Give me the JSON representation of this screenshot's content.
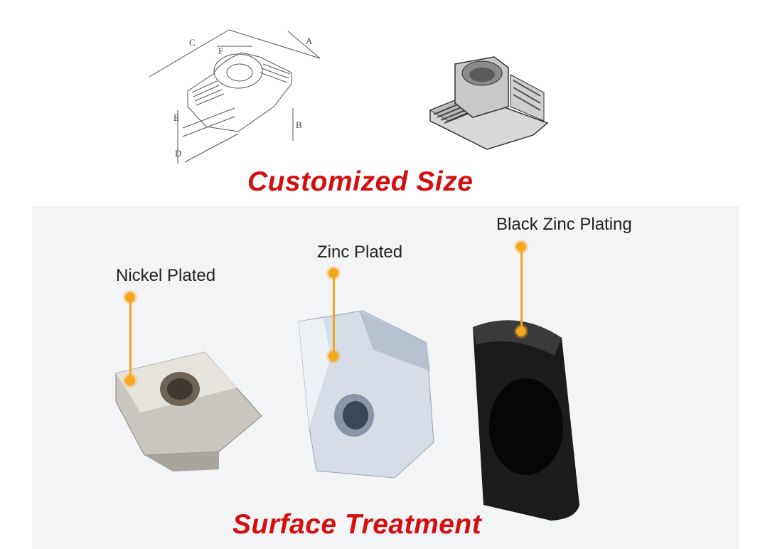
{
  "diagram": {
    "dimension_labels": [
      "A",
      "B",
      "C",
      "D",
      "E",
      "F"
    ]
  },
  "headings": {
    "top": "Customized Size",
    "bottom": "Surface Treatment"
  },
  "finishes": [
    {
      "label": "Nickel Plated"
    },
    {
      "label": "Zinc Plated"
    },
    {
      "label": "Black Zinc Plating"
    }
  ],
  "colors": {
    "headline": "#d40f0f",
    "callout": "#f4a61c"
  }
}
